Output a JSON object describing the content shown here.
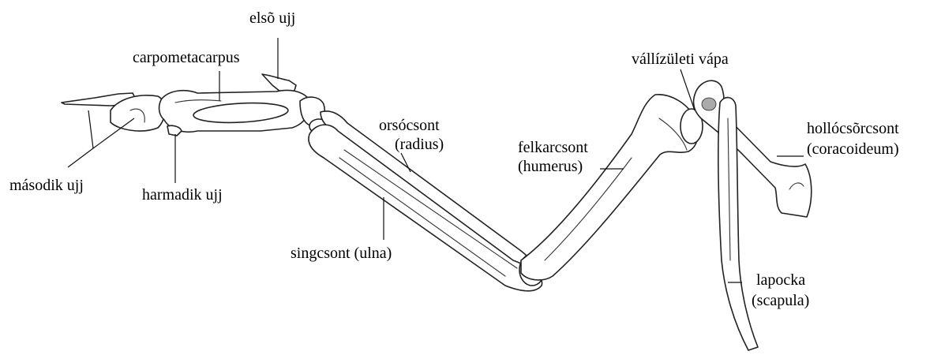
{
  "labels": {
    "first_digit": "elsõ ujj",
    "carpometacarpus": "carpometacarpus",
    "second_digit": "második ujj",
    "third_digit": "harmadik ujj",
    "radius_hu": "orsócsont",
    "radius_la": "(radius)",
    "ulna": "singcsont (ulna)",
    "humerus_hu": "felkarcsont",
    "humerus_la": "(humerus)",
    "glenoid": "vállízületi vápa",
    "coracoid_hu": "hollócsõrcsont",
    "coracoid_la": "(coracoideum)",
    "scapula_hu": "lapocka",
    "scapula_la": "(scapula)"
  }
}
